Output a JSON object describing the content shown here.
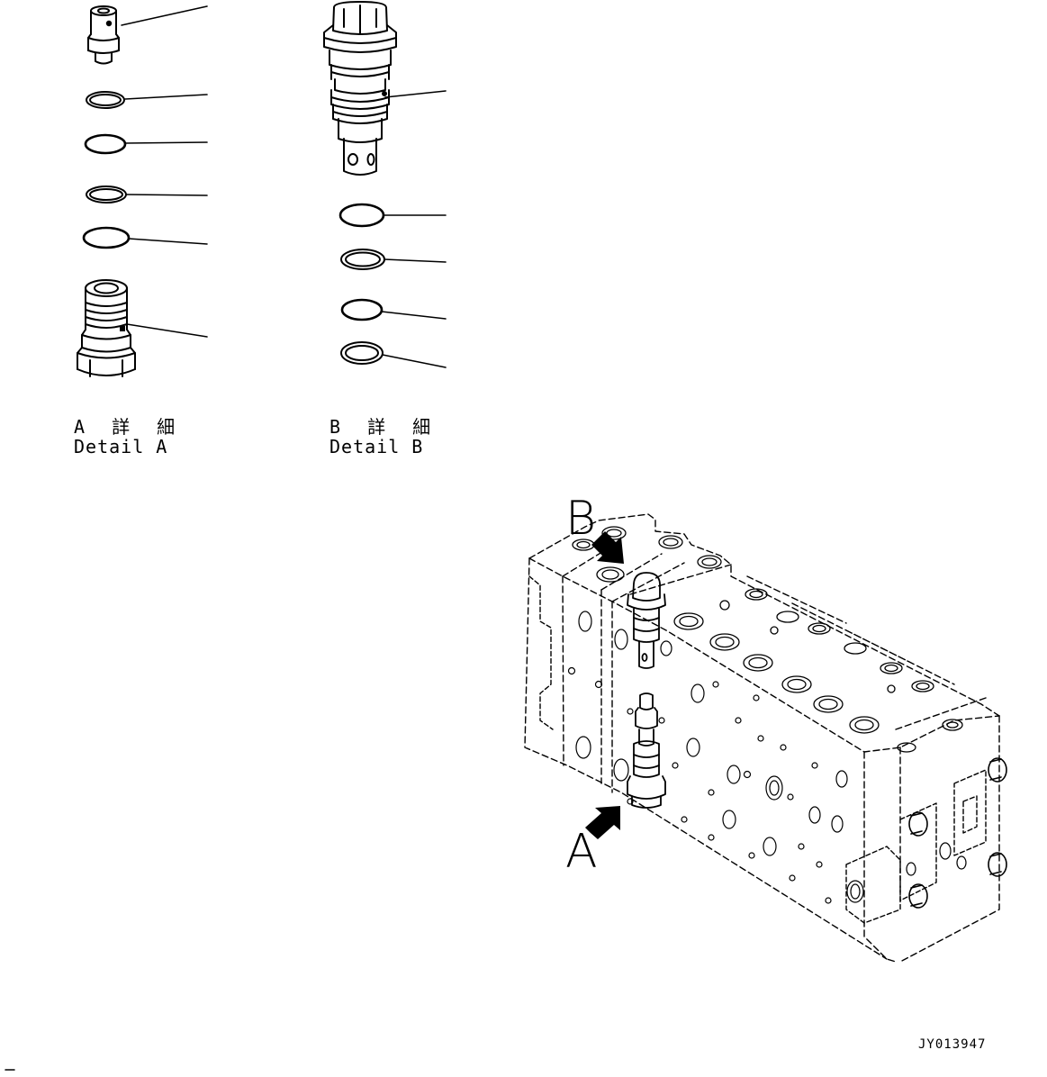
{
  "detail_a": {
    "title_jp": "A 詳 細",
    "title_en": "Detail A"
  },
  "detail_b": {
    "title_jp": "B 詳 細",
    "title_en": "Detail B"
  },
  "view_markers": {
    "a": "A",
    "b": "B"
  },
  "drawing_code": "JY013947",
  "stroke_color": "#000000",
  "background_color": "#ffffff"
}
